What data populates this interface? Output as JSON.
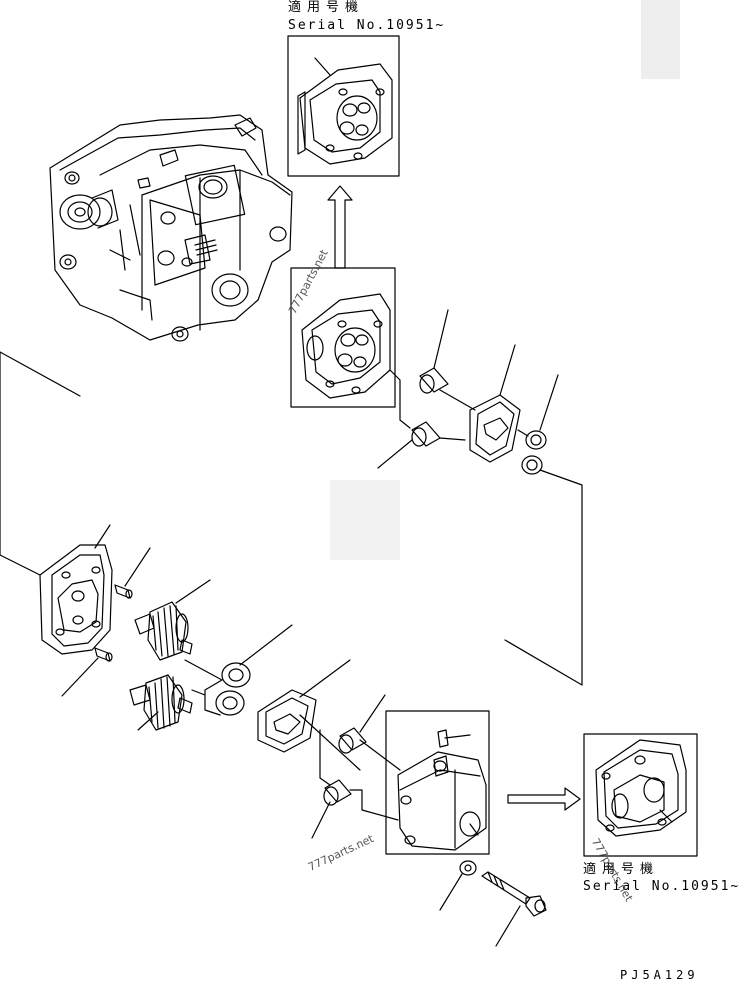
{
  "header_top": {
    "applicable_jp": "適用号機",
    "serial": "Serial No.10951~"
  },
  "header_bottom": {
    "applicable_jp": "適用号機",
    "serial": "Serial No.10951~"
  },
  "watermarks": [
    "777parts.net",
    "777parts.net",
    "777parts.net"
  ],
  "diagram_code": "PJ5A129"
}
